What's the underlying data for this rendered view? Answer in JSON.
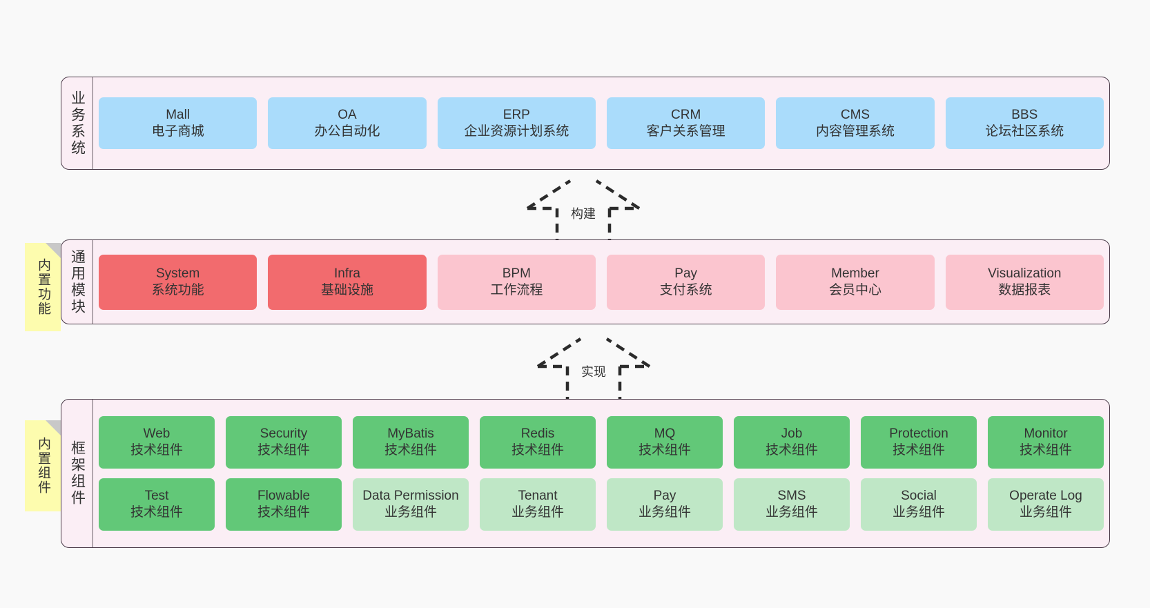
{
  "theme": {
    "page_bg": "#f9f9f9",
    "layer_bg": "#fbeef5",
    "layer_border": "#4a3a48",
    "blue": "#aadcfb",
    "red": "#f26b6e",
    "pink": "#fbc5cf",
    "green": "#62c878",
    "light_green": "#bfe7c6",
    "tab_yellow": "#fdfcae",
    "fold_gray": "#c8c8c8"
  },
  "layers": [
    {
      "id": "business-systems",
      "title": "业务系统",
      "rows": [
        {
          "cards": [
            {
              "name": "Mall",
              "desc": "电子商城",
              "color": "blue"
            },
            {
              "name": "OA",
              "desc": "办公自动化",
              "color": "blue"
            },
            {
              "name": "ERP",
              "desc": "企业资源计划系统",
              "color": "blue"
            },
            {
              "name": "CRM",
              "desc": "客户关系管理",
              "color": "blue"
            },
            {
              "name": "CMS",
              "desc": "内容管理系统",
              "color": "blue"
            },
            {
              "name": "BBS",
              "desc": "论坛社区系统",
              "color": "blue"
            }
          ]
        }
      ]
    },
    {
      "id": "common-modules",
      "title": "通用模块",
      "rows": [
        {
          "cards": [
            {
              "name": "System",
              "desc": "系统功能",
              "color": "red"
            },
            {
              "name": "Infra",
              "desc": "基础设施",
              "color": "red"
            },
            {
              "name": "BPM",
              "desc": "工作流程",
              "color": "pink"
            },
            {
              "name": "Pay",
              "desc": "支付系统",
              "color": "pink"
            },
            {
              "name": "Member",
              "desc": "会员中心",
              "color": "pink"
            },
            {
              "name": "Visualization",
              "desc": "数据报表",
              "color": "pink"
            }
          ]
        }
      ]
    },
    {
      "id": "framework-components",
      "title": "框架组件",
      "rows": [
        {
          "cards": [
            {
              "name": "Web",
              "desc": "技术组件",
              "color": "green"
            },
            {
              "name": "Security",
              "desc": "技术组件",
              "color": "green"
            },
            {
              "name": "MyBatis",
              "desc": "技术组件",
              "color": "green"
            },
            {
              "name": "Redis",
              "desc": "技术组件",
              "color": "green"
            },
            {
              "name": "MQ",
              "desc": "技术组件",
              "color": "green"
            },
            {
              "name": "Job",
              "desc": "技术组件",
              "color": "green"
            },
            {
              "name": "Protection",
              "desc": "技术组件",
              "color": "green"
            },
            {
              "name": "Monitor",
              "desc": "技术组件",
              "color": "green"
            }
          ]
        },
        {
          "cards": [
            {
              "name": "Test",
              "desc": "技术组件",
              "color": "green"
            },
            {
              "name": "Flowable",
              "desc": "技术组件",
              "color": "green"
            },
            {
              "name": "Data Permission",
              "desc": "业务组件",
              "color": "light_green"
            },
            {
              "name": "Tenant",
              "desc": "业务组件",
              "color": "light_green"
            },
            {
              "name": "Pay",
              "desc": "业务组件",
              "color": "light_green"
            },
            {
              "name": "SMS",
              "desc": "业务组件",
              "color": "light_green"
            },
            {
              "name": "Social",
              "desc": "业务组件",
              "color": "light_green"
            },
            {
              "name": "Operate Log",
              "desc": "业务组件",
              "color": "light_green"
            }
          ]
        }
      ]
    }
  ],
  "side_tabs": [
    {
      "id": "builtin-features",
      "label": "内置功能"
    },
    {
      "id": "builtin-components",
      "label": "内置组件"
    }
  ],
  "arrows": [
    {
      "id": "build-arrow",
      "label": "构建"
    },
    {
      "id": "implement-arrow",
      "label": "实现"
    }
  ]
}
